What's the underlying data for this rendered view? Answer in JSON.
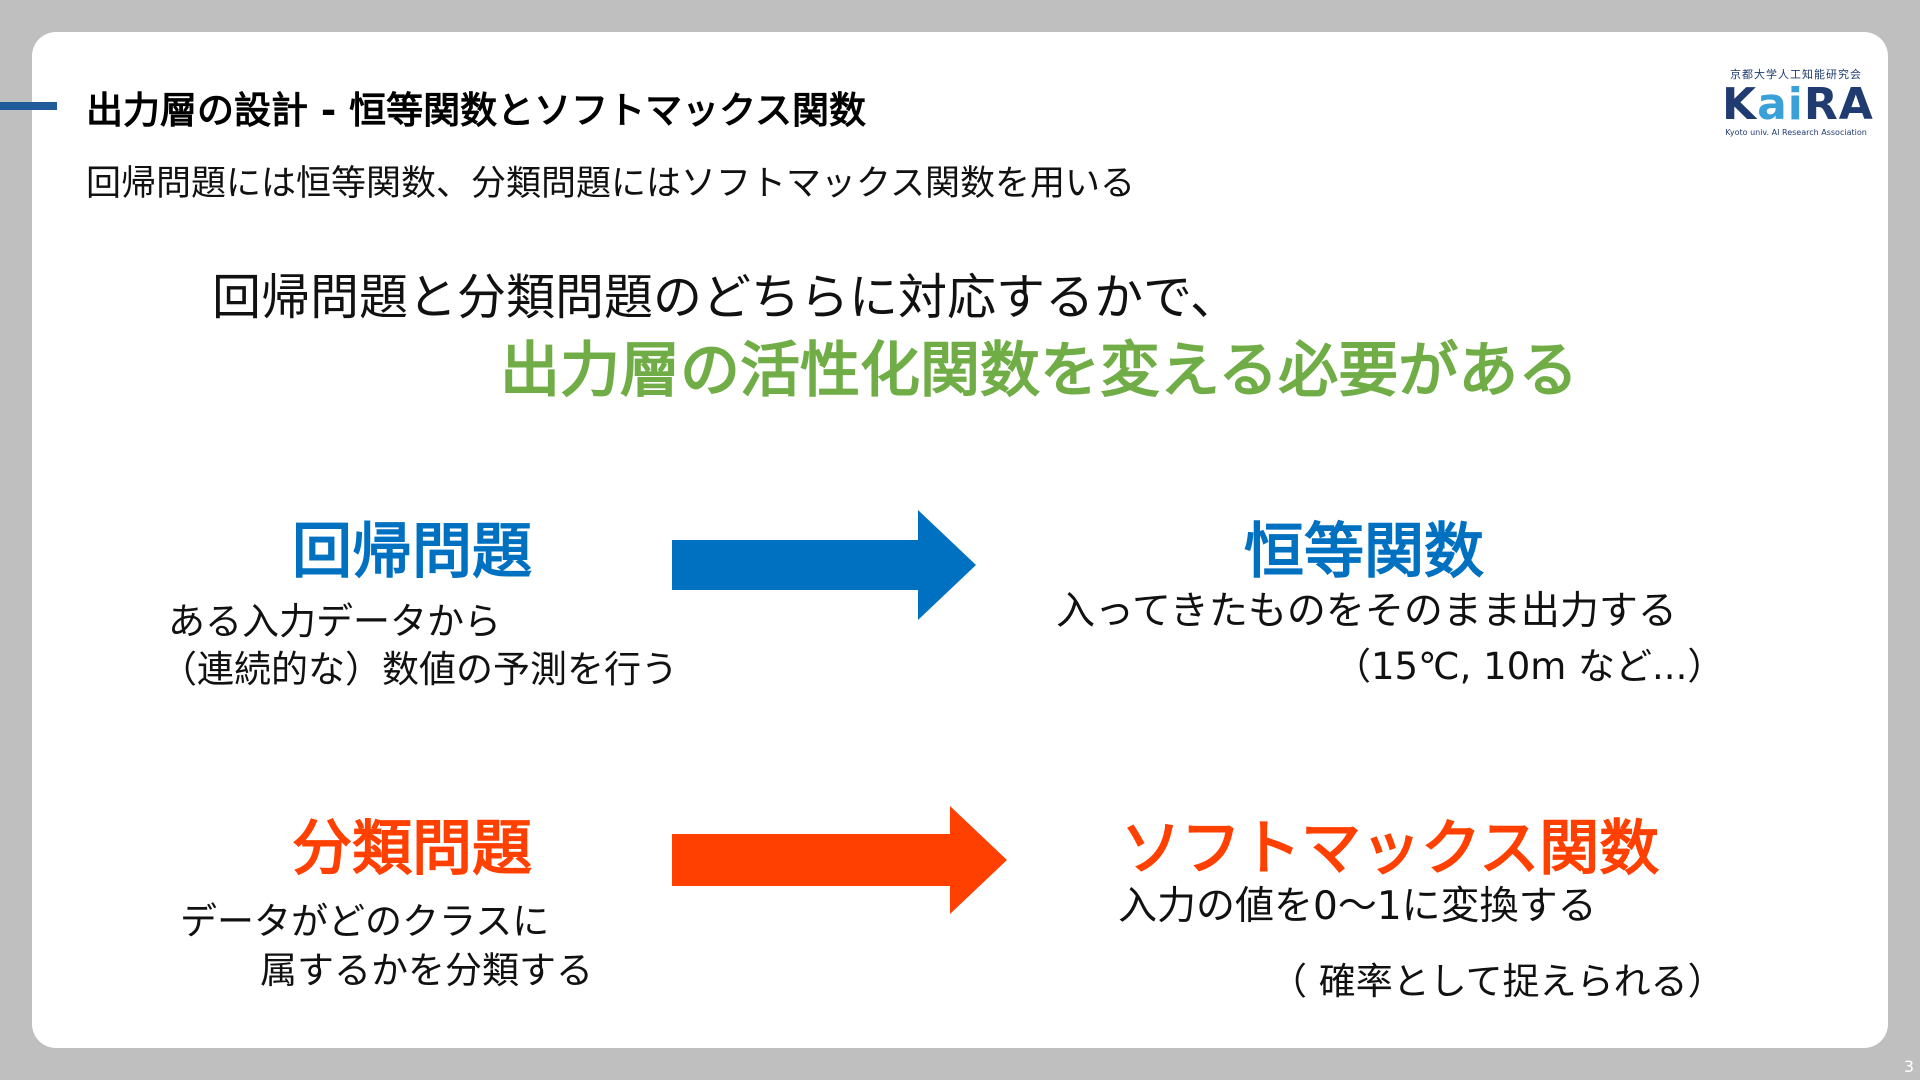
{
  "header": {
    "title": "出力層の設計  - 恒等関数とソフトマックス関数",
    "subtitle": "回帰問題には恒等関数、分類問題にはソフトマックス関数を用いる"
  },
  "logo": {
    "top": "京都大学人工知能研究会",
    "main_prefix": "K",
    "main_accent": "ai",
    "main_suffix": "RA",
    "sub": "Kyoto univ. AI Research Association"
  },
  "lead": {
    "line1": "回帰問題と分類問題のどちらに対応するかで、",
    "line2": "出力層の活性化関数を変える必要がある"
  },
  "regression": {
    "term": "回帰問題",
    "desc_line1": "ある入力データから",
    "desc_line2": "（連続的な）数値の予測を行う",
    "result_term": "恒等関数",
    "result_desc_line1": "入ってきたものをそのまま出力する",
    "result_desc_line2": "（15℃, 10m など...）"
  },
  "classification": {
    "term": "分類問題",
    "desc_line1": "データがどのクラスに",
    "desc_line2": "属するかを分類する",
    "result_term": "ソフトマックス関数",
    "result_desc_line1": "入力の値を0〜1に変換する",
    "result_desc_line2": "（ 確率として捉えられる）"
  },
  "page_number": "3",
  "colors": {
    "background": "#bfbfbf",
    "accent_green": "#70ad47",
    "regression_blue": "#0070c0",
    "classification_orange": "#ff4000",
    "title_bar": "#1f5c99"
  },
  "icons": {
    "regression_arrow": "right-arrow-icon",
    "classification_arrow": "right-arrow-icon"
  }
}
